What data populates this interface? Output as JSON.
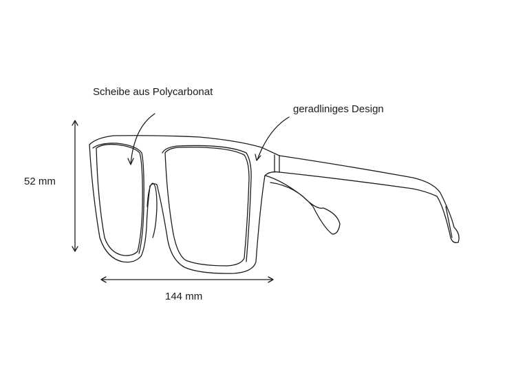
{
  "labels": {
    "lens": "Scheibe aus Polycarbonat",
    "design": "geradliniges Design",
    "height": "52 mm",
    "width": "144 mm"
  },
  "colors": {
    "line": "#1a1a1a",
    "background": "#ffffff"
  }
}
